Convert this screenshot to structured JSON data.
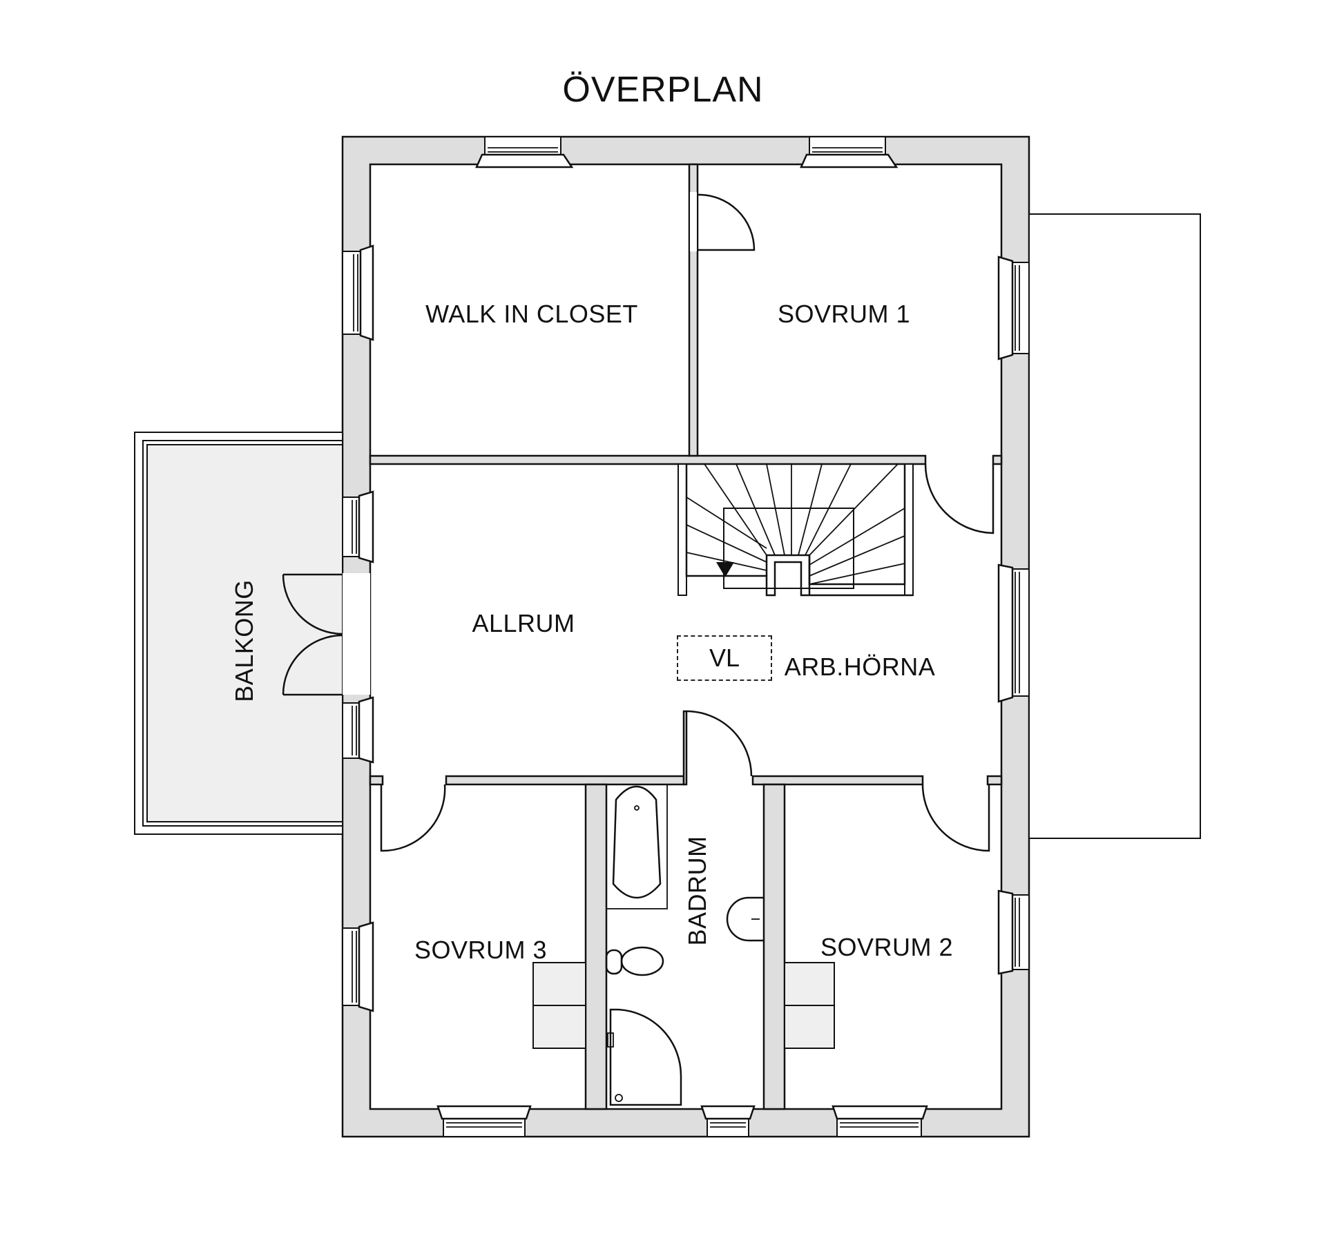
{
  "title": "ÖVERPLAN",
  "rooms": {
    "walk_in_closet": "WALK IN CLOSET",
    "sovrum_1": "SOVRUM 1",
    "allrum": "ALLRUM",
    "arb_horna": "ARB.HÖRNA",
    "vl": "VL",
    "balkong": "BALKONG",
    "sovrum_3": "SOVRUM 3",
    "badrum": "BADRUM",
    "sovrum_2": "SOVRUM 2"
  },
  "colors": {
    "wall_fill": "#dedede",
    "balcony_fill": "#efefef",
    "line": "#111111",
    "background": "#ffffff"
  },
  "fixtures": [
    "staircase",
    "bathtub",
    "toilet",
    "sink",
    "shower",
    "wardrobe-sovrum-3",
    "wardrobe-sovrum-2"
  ]
}
